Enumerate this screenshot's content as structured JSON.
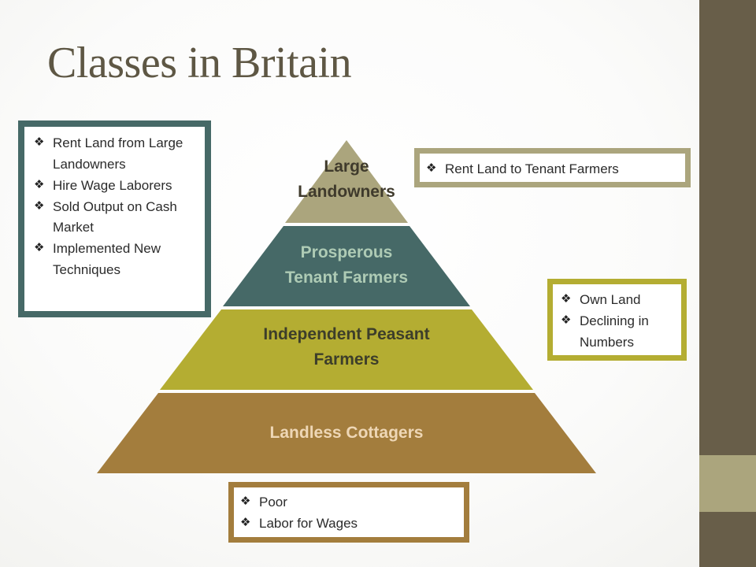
{
  "slide": {
    "title": "Classes in Britain",
    "colors": {
      "sidebar": "#685e49",
      "sidebar_accent": "#aba57d",
      "tier_top": "#aba57d",
      "tier_prosperous": "#466967",
      "tier_independent": "#b4ad32",
      "tier_landless": "#a37d3d"
    }
  },
  "pyramid": {
    "tiers": [
      {
        "label_line1": "Large",
        "label_line2": "Landowners",
        "color": "#aba57d",
        "text_color": "#3f3a2c"
      },
      {
        "label_line1": "Prosperous",
        "label_line2": "Tenant Farmers",
        "color": "#466967",
        "text_color": "#aecbb5"
      },
      {
        "label_line1": "Independent Peasant",
        "label_line2": "Farmers",
        "color": "#b4ad32",
        "text_color": "#3d3e2a"
      },
      {
        "label_line1": "Landless Cottagers",
        "color": "#a37d3d",
        "text_color": "#eed7b6"
      }
    ]
  },
  "boxes": {
    "tenant": {
      "border_color": "#466967",
      "bullet_icon": "diamond-bullet-icon",
      "items": [
        "Rent Land from Large Landowners",
        "Hire Wage Laborers",
        "Sold Output on Cash Market",
        "Implemented New Techniques"
      ]
    },
    "landowners": {
      "border_color": "#aba57d",
      "items": [
        "Rent Land to Tenant Farmers"
      ]
    },
    "peasant": {
      "border_color": "#b4ad32",
      "items": [
        "Own Land",
        "Declining in Numbers"
      ]
    },
    "cottagers": {
      "border_color": "#a37d3d",
      "items": [
        "Poor",
        "Labor for Wages"
      ]
    }
  },
  "bullet_glyph": "❖"
}
